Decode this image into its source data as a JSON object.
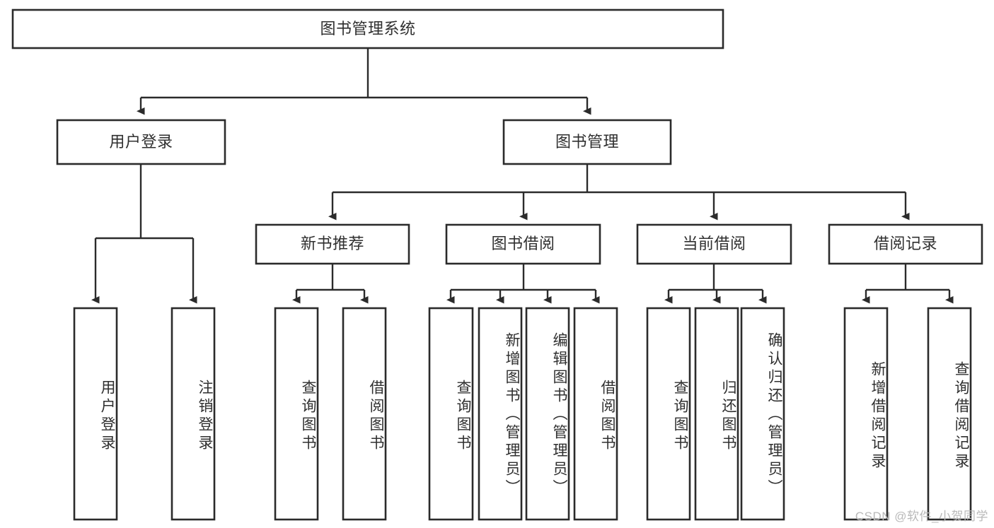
{
  "diagram": {
    "title": "图书管理系统",
    "type": "hierarchy-tree",
    "watermark": "CSDN @软件_小贺同学",
    "colors": {
      "background": "#ffffff",
      "box_stroke": "#2b2b2b",
      "box_fill": "#ffffff",
      "text": "#2f2f2f",
      "watermark": "#b9b9b9"
    },
    "root": {
      "label": "图书管理系统"
    },
    "level2": [
      {
        "label": "用户登录"
      },
      {
        "label": "图书管理"
      }
    ],
    "level3": [
      {
        "label": "新书推荐"
      },
      {
        "label": "图书借阅"
      },
      {
        "label": "当前借阅"
      },
      {
        "label": "借阅记录"
      }
    ],
    "leaves": {
      "user_login": [
        {
          "label": "用户登录"
        },
        {
          "label": "注销登录"
        }
      ],
      "new_book_recommend": [
        {
          "label": "查询图书"
        },
        {
          "label": "借阅图书"
        }
      ],
      "book_borrow": [
        {
          "label": "查询图书"
        },
        {
          "label": "新增图书（管理员）"
        },
        {
          "label": "编辑图书（管理员）"
        },
        {
          "label": "借阅图书"
        }
      ],
      "current_borrow": [
        {
          "label": "查询图书"
        },
        {
          "label": "归还图书"
        },
        {
          "label": "确认归还（管理员）"
        }
      ],
      "borrow_record": [
        {
          "label": "新增借阅记录"
        },
        {
          "label": "查询借阅记录"
        }
      ]
    }
  }
}
